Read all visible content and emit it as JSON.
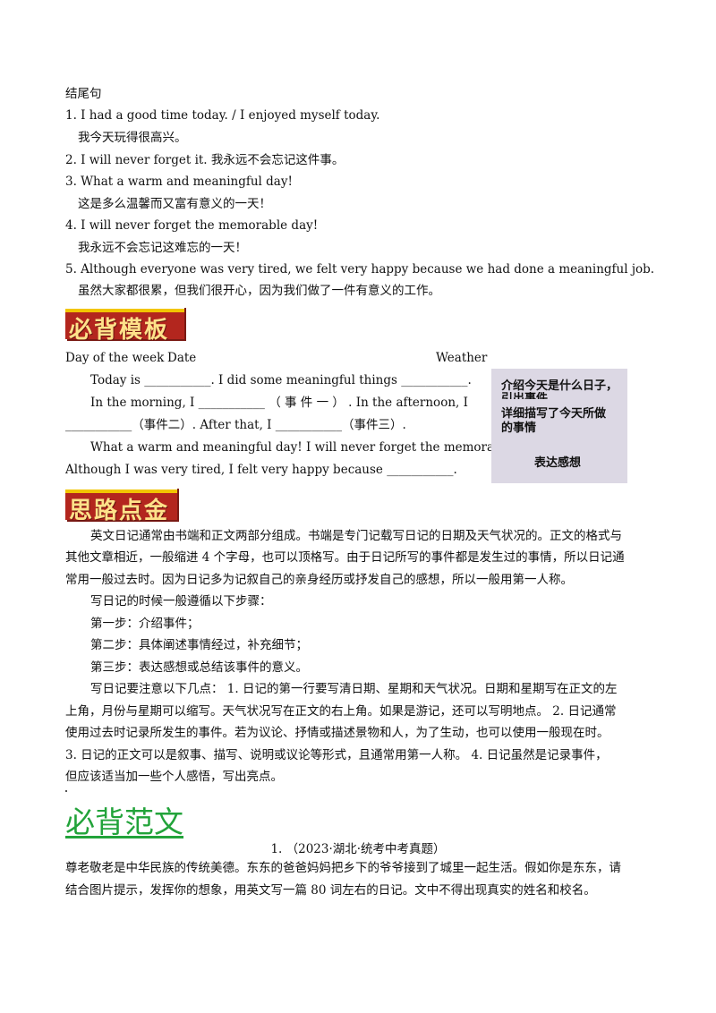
{
  "ending": {
    "title": "结尾句",
    "lines": [
      "1. I had a good time today. / I enjoyed myself today.",
      "我今天玩得很高兴。",
      "2. I will never forget it.  我永远不会忘记这件事。",
      "3. What a warm and meaningful day!",
      "这是多么温馨而又富有意义的一天！",
      "4. I will never forget the memorable day!",
      "我永远不会忘记这难忘的一天！",
      "5. Although everyone was very tired, we felt very happy because we had done a meaningful job.",
      "虽然大家都很累，但我们很开心，因为我们做了一件有意义的工作。"
    ]
  },
  "template_banner": "必背模板",
  "template": {
    "day": "Day of the week",
    "date": "Date",
    "weather": "Weather",
    "l1": "Today is ___________. I did some meaningful things ___________.",
    "l2": "In  the  morning,  I  ___________  （ 事 件 一 ） .  In  the  afternoon,  I",
    "l3": "___________（事件二）. After that, I ___________（事件三）.",
    "l4": "What a warm and meaningful day! I will never forget the memorable day! /",
    "l5": "Although I was very tired, I felt very happy because ___________."
  },
  "notes": {
    "n1": "介绍今天是什么日子，",
    "n1b": "引出事件",
    "n2": "详细描写了今天所做",
    "n2b": "的事情",
    "n3": "表达感想"
  },
  "tips_banner": "思路点金",
  "tips": [
    "英文日记通常由书端和正文两部分组成。书端是专门记载写日记的日期及天气状况的。正文的格式与",
    "其他文章相近，一般缩进 4 个字母，也可以顶格写。由于日记所写的事件都是发生过的事情，所以日记通",
    "常用一般过去时。因为日记多为记叙自己的亲身经历或抒发自己的感想，所以一般用第一人称。",
    "写日记的时候一般遵循以下步骤：",
    "第一步：介绍事件；",
    "第二步：具体阐述事情经过，补充细节；",
    "第三步：表达感想或总结该事件的意义。",
    "写日记要注意以下几点：   1. 日记的第一行要写清日期、星期和天气状况。日期和星期写在正文的左",
    "上角，月份与星期可以缩写。天气状况写在正文的右上角。如果是游记，还可以写明地点。    2. 日记通常",
    "使用过去时记录所发生的事件。若为议论、抒情或描述景物和人，为了生动，也可以使用一般现在时。",
    "3. 日记的正文可以是叙事、描写、说明或议论等形式，且通常用第一人称。     4. 日记虽然是记录事件，",
    "但应该适当加一些个人感悟，写出亮点。"
  ],
  "sample_heading": "必背范文",
  "question_source": "1.   （2023·湖北·统考中考真题）",
  "question": [
    "尊老敬老是中华民族的传统美德。东东的爸爸妈妈把乡下的爷爷接到了城里一起生活。假如你是东东，请",
    "结合图片提示，发挥你的想象，用英文写一篇 80 词左右的日记。文中不得出现真实的姓名和校名。"
  ]
}
